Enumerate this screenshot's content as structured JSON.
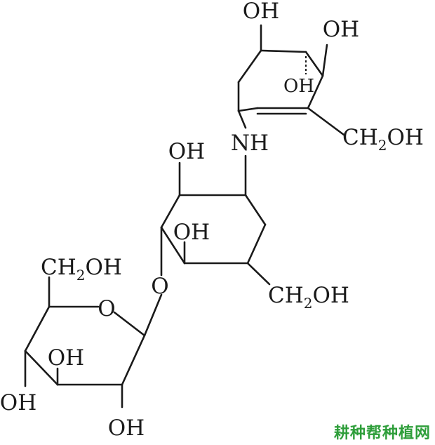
{
  "labels": {
    "oh": "OH",
    "nh": "NH",
    "o": "O",
    "ch2": "CH",
    "two": "2",
    "oh_tail": "OH"
  },
  "watermark": {
    "text": "耕种帮种植网",
    "color": "#2e9e3a"
  }
}
